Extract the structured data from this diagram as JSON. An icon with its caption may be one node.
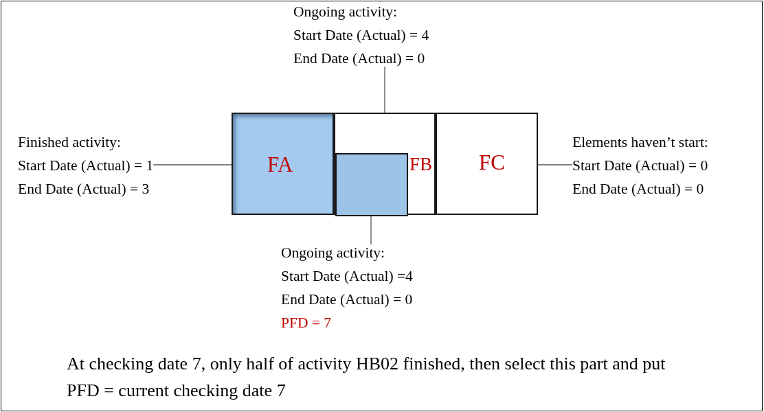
{
  "diagram": {
    "caption": "At checking date 7, only half of activity HB02 finished, then select this part and put PFD = current checking date 7",
    "nodes": [
      {
        "text": [
          "FA"
        ]
      },
      {
        "text": [
          "FB"
        ]
      },
      {
        "text": [
          "FC"
        ]
      },
      {
        "text": [],
        "shape": "box",
        "in": 1
      },
      {
        "text": [
          "Ongoing activity:",
          "Start Date (Actual) = 4",
          "End Date (Actual) = 0"
        ]
      },
      {
        "text": [
          "Finished activity:",
          "Start Date (Actual) = 1",
          "End Date (Actual) = 3"
        ]
      },
      {
        "text": [
          "Elements haven’t start:",
          "Start Date (Actual) = 0",
          "End Date (Actual) = 0"
        ]
      },
      {
        "text": [
          "Ongoing activity:",
          "Start Date (Actual) =4",
          "End Date (Actual) = 0",
          "PFD = 7"
        ]
      }
    ],
    "edges": [
      {
        "from": 4,
        "to": 1,
        "arrow": "none"
      },
      {
        "from": 5,
        "to": 0,
        "arrow": "none"
      },
      {
        "from": 6,
        "to": 2,
        "arrow": "none"
      },
      {
        "from": 7,
        "to": 3,
        "arrow": "none"
      }
    ]
  }
}
